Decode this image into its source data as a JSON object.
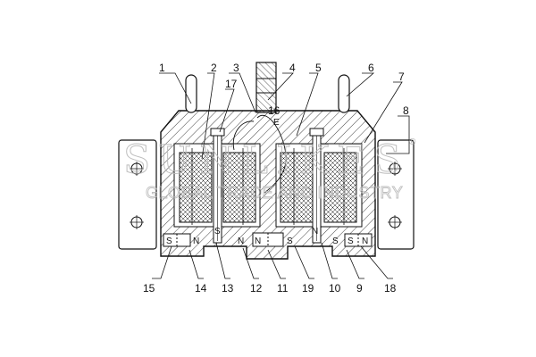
{
  "figure": {
    "part_labels": [
      "1",
      "2",
      "3",
      "4",
      "5",
      "6",
      "7",
      "8",
      "9",
      "10",
      "11",
      "12",
      "13",
      "14",
      "15",
      "16",
      "17",
      "18",
      "19"
    ],
    "poles": {
      "left_outer_s": "S",
      "left_outer_n": "N",
      "left_inner_s": "S",
      "left_inner_n": "N",
      "center_n": "N",
      "center_s": "S",
      "right_inner_n": "N",
      "right_inner_s": "S",
      "right_outer_s": "S",
      "right_outer_n": "N"
    },
    "pipe_mark": "E"
  },
  "watermark": {
    "brand": "SUNLIKES",
    "tagline": "GLOBAL TRADE AND INDUSTRY",
    "registered": "®"
  },
  "colors": {
    "line": "#111111",
    "watermark": "#b8b8b8"
  }
}
